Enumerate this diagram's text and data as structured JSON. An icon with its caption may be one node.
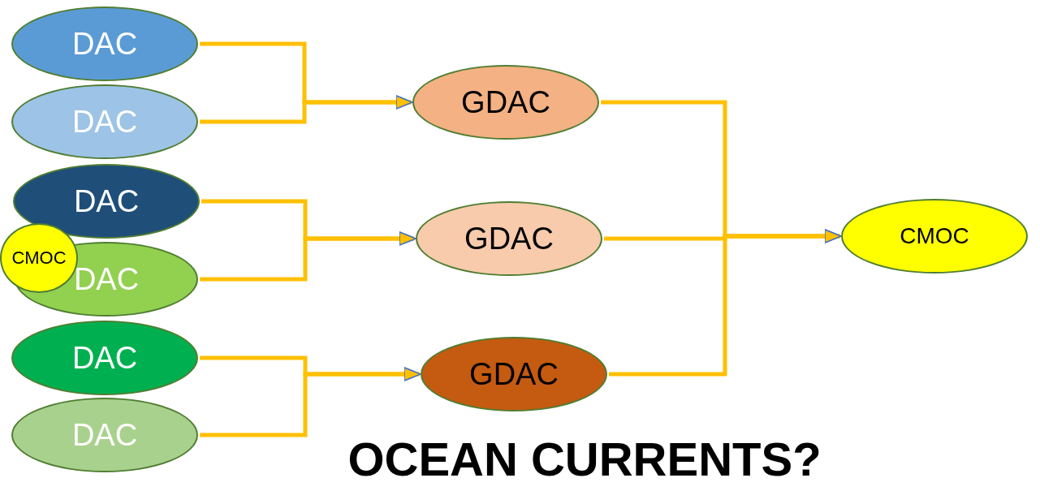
{
  "diagram": {
    "caption": "OCEAN CURRENTS?",
    "nodes": [
      {
        "text": [
          "DAC"
        ]
      },
      {
        "text": [
          "DAC"
        ]
      },
      {
        "text": [
          "DAC"
        ]
      },
      {
        "text": [
          "DAC"
        ]
      },
      {
        "text": [
          "DAC"
        ]
      },
      {
        "text": [
          "DAC"
        ]
      },
      {
        "text": [
          "GDAC"
        ]
      },
      {
        "text": [
          "GDAC"
        ]
      },
      {
        "text": [
          "GDAC"
        ]
      },
      {
        "text": [
          "CMOC"
        ]
      },
      {
        "text": [
          "CMOC"
        ]
      }
    ],
    "edges": [
      {
        "from": 0,
        "to": 6,
        "arrow": "to"
      },
      {
        "from": 1,
        "to": 6,
        "arrow": "to"
      },
      {
        "from": 2,
        "to": 7,
        "arrow": "to"
      },
      {
        "from": 3,
        "to": 7,
        "arrow": "to"
      },
      {
        "from": 4,
        "to": 8,
        "arrow": "to"
      },
      {
        "from": 5,
        "to": 8,
        "arrow": "to"
      },
      {
        "from": 6,
        "to": 9,
        "arrow": "to"
      },
      {
        "from": 7,
        "to": 9,
        "arrow": "to"
      },
      {
        "from": 8,
        "to": 9,
        "arrow": "to"
      }
    ]
  }
}
